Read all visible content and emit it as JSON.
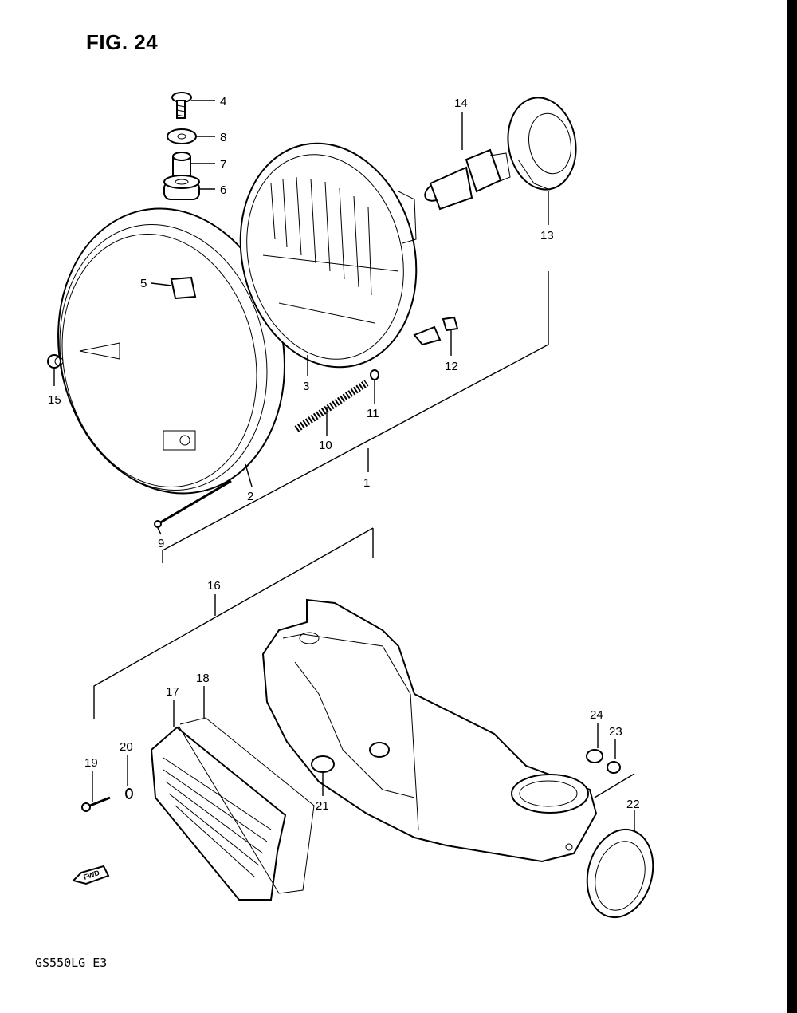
{
  "figure": {
    "title": "FIG. 24",
    "model": "GS550LG  E3",
    "direction_label": "FWD"
  },
  "callouts": {
    "c1": "1",
    "c2": "2",
    "c3": "3",
    "c4": "4",
    "c5": "5",
    "c6": "6",
    "c7": "7",
    "c8": "8",
    "c9": "9",
    "c10": "10",
    "c11": "11",
    "c12": "12",
    "c13": "13",
    "c14": "14",
    "c15": "15",
    "c16": "16",
    "c17": "17",
    "c18": "18",
    "c19": "19",
    "c20": "20",
    "c21": "21",
    "c22": "22",
    "c23": "23",
    "c24": "24"
  }
}
